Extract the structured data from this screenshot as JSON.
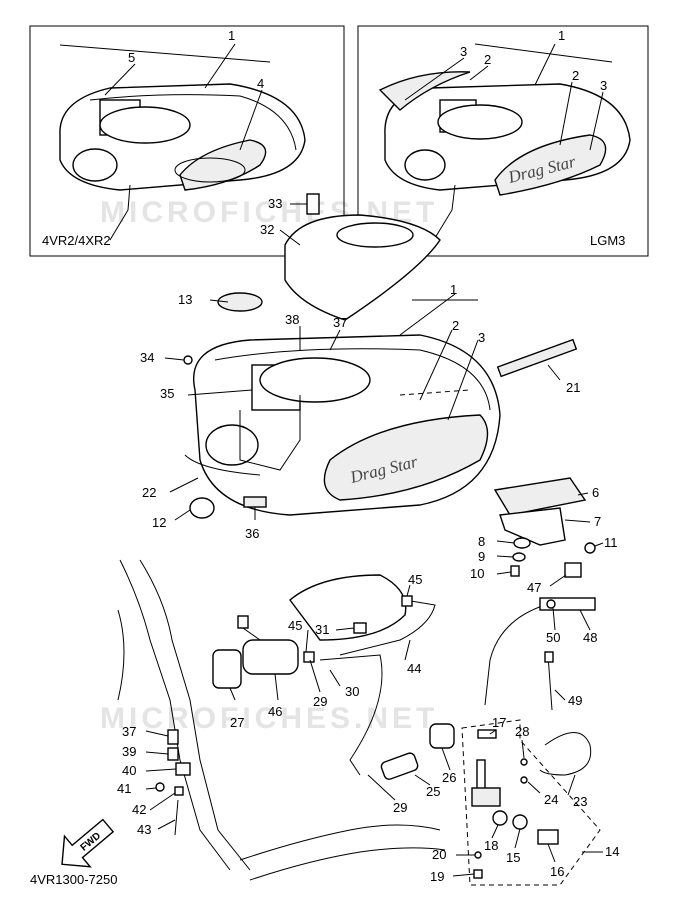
{
  "diagram_code": "4VR1300-7250",
  "insets": {
    "left_label": "4VR2/4XR2",
    "right_label": "LGM3"
  },
  "tank_brand_text": "Drag Star",
  "direction_arrow_label": "FWD",
  "watermark_text": "MICROFICHES.NET",
  "callouts": {
    "inset_left_1": "1",
    "inset_left_4": "4",
    "inset_left_5": "5",
    "inset_right_1": "1",
    "inset_right_2a": "2",
    "inset_right_3a": "3",
    "inset_right_2b": "2",
    "inset_right_3b": "3",
    "p1": "1",
    "p2": "2",
    "p3": "3",
    "p6": "6",
    "p7": "7",
    "p8": "8",
    "p9": "9",
    "p10": "10",
    "p11": "11",
    "p12": "12",
    "p13": "13",
    "p14": "14",
    "p15": "15",
    "p16": "16",
    "p17": "17",
    "p18": "18",
    "p19": "19",
    "p20": "20",
    "p21": "21",
    "p22": "22",
    "p23": "23",
    "p24": "24",
    "p25": "25",
    "p26": "26",
    "p27": "27",
    "p28": "28",
    "p29a": "29",
    "p29b": "29",
    "p30": "30",
    "p31": "31",
    "p32": "32",
    "p33": "33",
    "p34": "34",
    "p35": "35",
    "p36": "36",
    "p37a": "37",
    "p37b": "37",
    "p38": "38",
    "p39": "39",
    "p40": "40",
    "p41": "41",
    "p42": "42",
    "p43": "43",
    "p44": "44",
    "p45a": "45",
    "p45b": "45",
    "p46": "46",
    "p47": "47",
    "p48": "48",
    "p49": "49",
    "p50": "50"
  }
}
